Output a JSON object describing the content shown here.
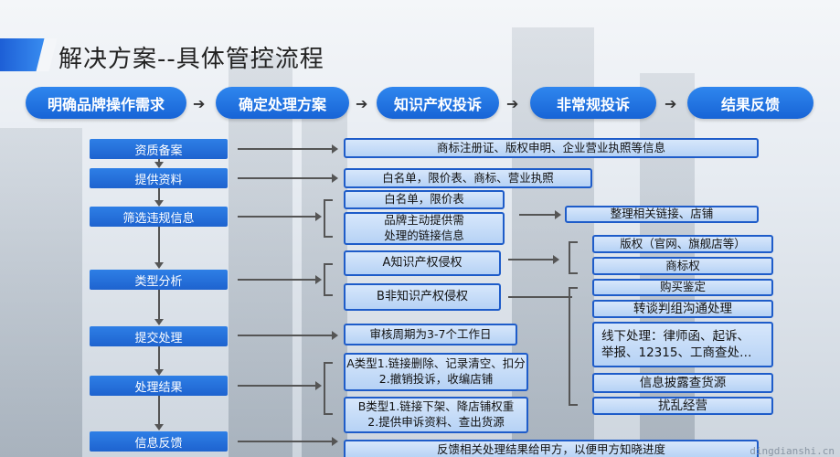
{
  "title": "解决方案--具体管控流程",
  "steps": [
    "明确品牌操作需求",
    "确定处理方案",
    "知识产权投诉",
    "非常规投诉",
    "结果反馈"
  ],
  "stages": [
    "资质备案",
    "提供资料",
    "筛选违规信息",
    "类型分析",
    "提交处理",
    "处理结果",
    "信息反馈"
  ],
  "boxes": {
    "qualification": "商标注册证、版权申明、企业营业执照等信息",
    "materials": "白名单，限价表、商标、营业执照",
    "filter_whitelist": "白名单，限价表",
    "filter_brand_line1": "品牌主动提供需",
    "filter_brand_line2": "处理的链接信息",
    "organize": "整理相关链接、店铺",
    "type_a": "A知识产权侵权",
    "type_b": "B非知识产权侵权",
    "copyright": "版权（官网、旗舰店等）",
    "trademark": "商标权",
    "purchase": "购买鉴定",
    "negotiate": "转谈判组沟通处理",
    "offline_line1": "线下处理：律师函、起诉、",
    "offline_line2": "举报、12315、工商查处…",
    "disclose": "信息披露查货源",
    "disrupt": "扰乱经营",
    "review": "审核周期为3-7个工作日",
    "result_a_line1": "A类型1.链接删除、记录清空、扣分",
    "result_a_line2": "2.撤销投诉，收编店铺",
    "result_b_line1": "B类型1.链接下架、降店铺权重",
    "result_b_line2": "2.提供申诉资料、查出货源",
    "feedback": "反馈相关处理结果给甲方，以便甲方知晓进度"
  },
  "watermark": "dingdianshi.cn",
  "colors": {
    "accent": "#1e63cf",
    "box_border": "#1e5cc9",
    "box_fill": "#c9def8"
  }
}
